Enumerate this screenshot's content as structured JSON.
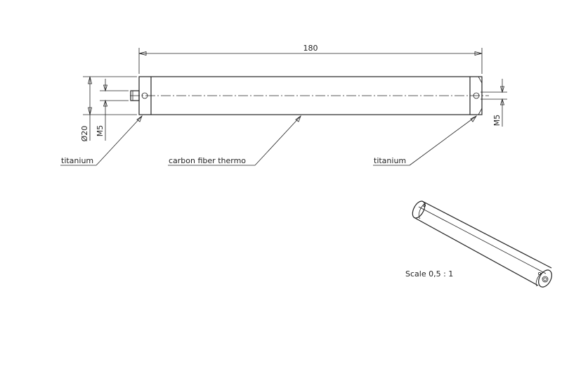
{
  "dimensions": {
    "length": "180",
    "diameter": "Ø20",
    "thread_left": "M5",
    "thread_right": "M5"
  },
  "labels": {
    "left_end_material": "titanium",
    "tube_material": "carbon fiber thermo",
    "right_end_material": "titanium"
  },
  "scale_note": "Scale 0,5 : 1"
}
